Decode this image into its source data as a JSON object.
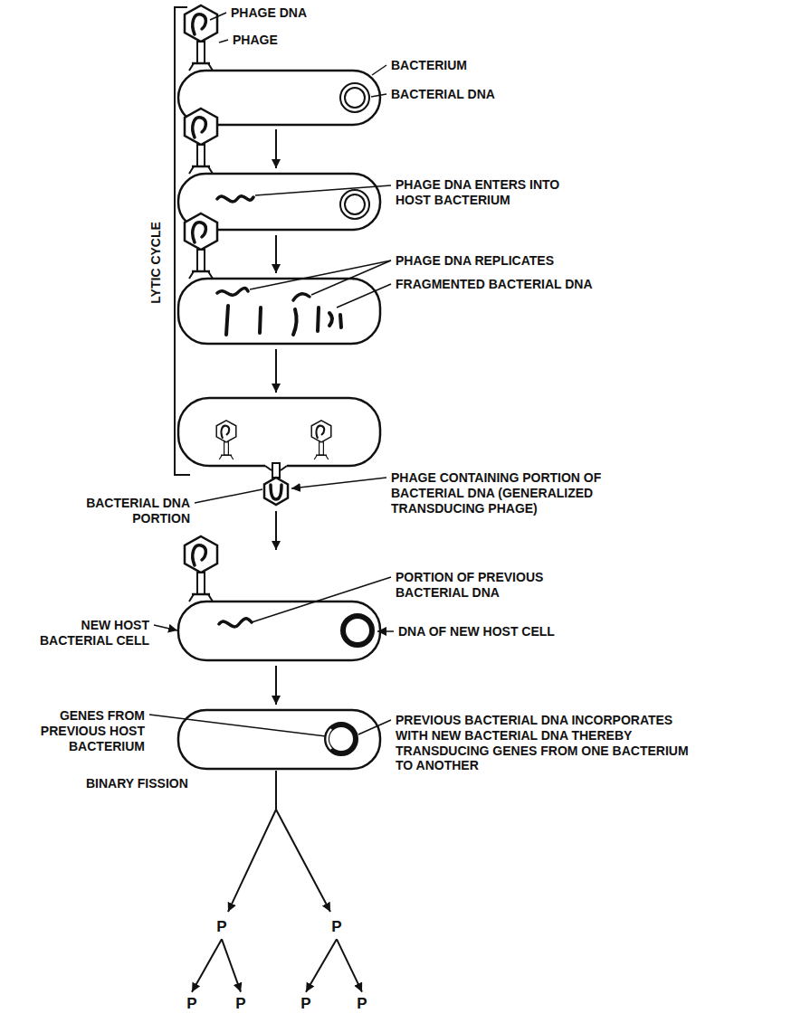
{
  "diagram": {
    "nodes": [
      {
        "text": [
          "P"
        ]
      },
      {
        "text": [
          "P"
        ]
      },
      {
        "text": [
          "P"
        ]
      },
      {
        "text": [
          "P"
        ]
      },
      {
        "text": [
          "P"
        ]
      },
      {
        "text": [
          "P"
        ]
      }
    ],
    "edges": [
      {
        "from": 0,
        "to": 2,
        "arrow": "to"
      },
      {
        "from": 0,
        "to": 3,
        "arrow": "to"
      },
      {
        "from": 1,
        "to": 4,
        "arrow": "to"
      },
      {
        "from": 1,
        "to": 5,
        "arrow": "to"
      }
    ],
    "labels": [
      "LYTIC CYCLE",
      "PHAGE DNA",
      "PHAGE",
      "BACTERIUM",
      "BACTERIAL DNA",
      "PHAGE DNA ENTERS INTO HOST BACTERIUM",
      "PHAGE DNA REPLICATES",
      "FRAGMENTED BACTERIAL DNA",
      "PHAGE CONTAINING PORTION OF BACTERIAL DNA (GENERALIZED TRANSDUCING PHAGE)",
      "BACTERIAL DNA PORTION",
      "PORTION OF PREVIOUS BACTERIAL DNA",
      "NEW HOST BACTERIAL CELL",
      "DNA OF NEW HOST CELL",
      "GENES FROM PREVIOUS HOST BACTERIUM",
      "PREVIOUS BACTERIAL DNA INCORPORATES WITH NEW BACTERIAL DNA THEREBY TRANSDUCING GENES FROM ONE BACTERIUM TO ANOTHER",
      "BINARY FISSION"
    ]
  }
}
